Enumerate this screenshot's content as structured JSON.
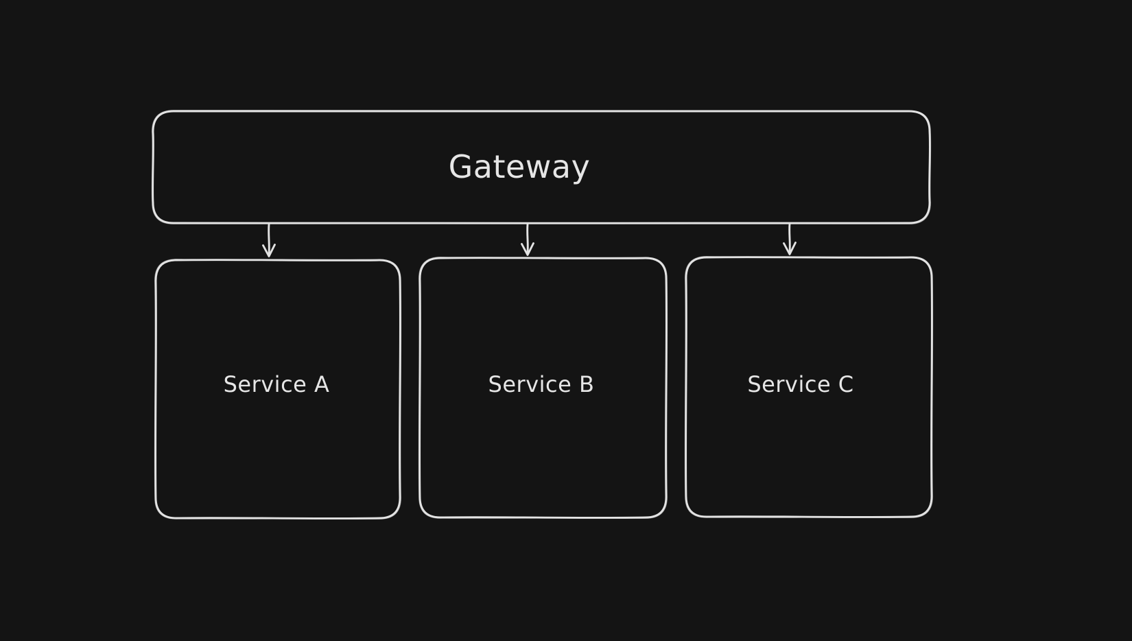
{
  "diagram": {
    "type": "flowchart",
    "style": "hand-drawn",
    "colors": {
      "background": "#141414",
      "stroke": "#e3e3e3",
      "stroke_ghost": "#bdbdbd",
      "text": "#e6e6e6"
    },
    "nodes": [
      {
        "id": "gateway",
        "label": "Gateway"
      },
      {
        "id": "service-a",
        "label": "Service A"
      },
      {
        "id": "service-b",
        "label": "Service B"
      },
      {
        "id": "service-c",
        "label": "Service C"
      }
    ],
    "edges": [
      {
        "from": "gateway",
        "to": "service-a"
      },
      {
        "from": "gateway",
        "to": "service-b"
      },
      {
        "from": "gateway",
        "to": "service-c"
      }
    ]
  }
}
